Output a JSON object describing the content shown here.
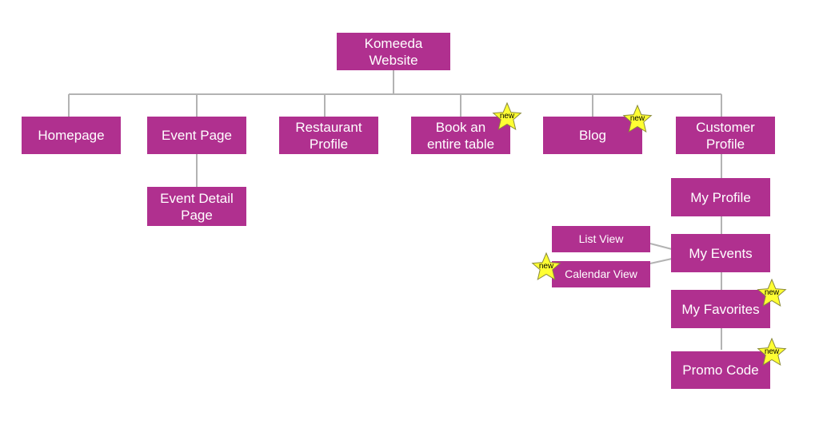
{
  "nodes": {
    "root": "Komeeda\nWebsite",
    "homepage": "Homepage",
    "event_page": "Event Page",
    "restaurant_profile": "Restaurant\nProfile",
    "book_table": "Book an\nentire table",
    "blog": "Blog",
    "customer_profile": "Customer\nProfile",
    "event_detail": "Event Detail\nPage",
    "my_profile": "My Profile",
    "my_events": "My Events",
    "list_view": "List View",
    "calendar_view": "Calendar View",
    "my_favorites": "My Favorites",
    "promo_code": "Promo Code"
  },
  "badge_text": "new",
  "colors": {
    "node_fill": "#b0308f",
    "node_text": "#ffffff",
    "connector": "#b3b3b3",
    "star_fill": "#ffff33",
    "star_stroke": "#8a8a3a"
  }
}
